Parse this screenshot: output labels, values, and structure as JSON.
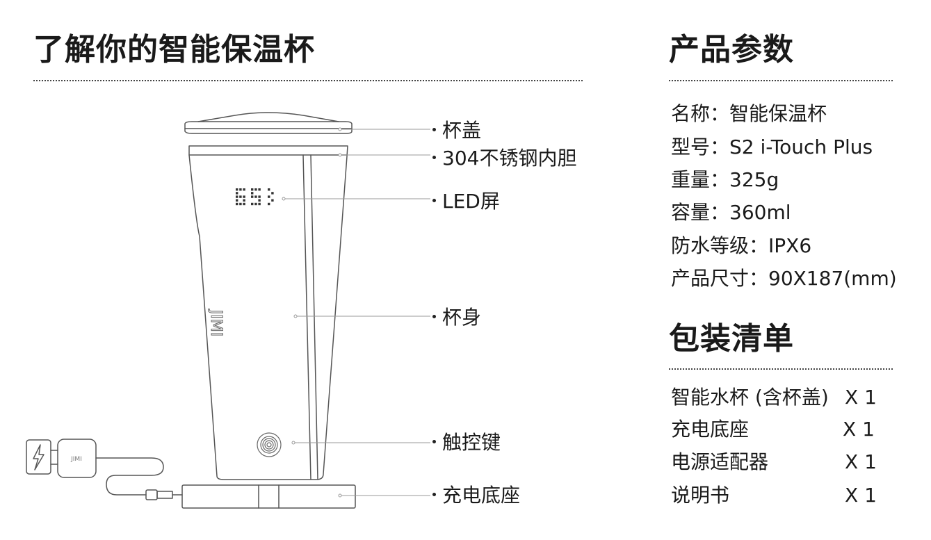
{
  "left": {
    "title": "了解你的智能保温杯",
    "callouts": {
      "lid": "杯盖",
      "liner": "304不锈钢内胆",
      "led": "LED屏",
      "body": "杯身",
      "touch": "触控键",
      "base": "充电底座"
    },
    "led_reading": "65",
    "brand_mark": "JIMI"
  },
  "specs": {
    "title": "产品参数",
    "rows": [
      "名称：智能保温杯",
      "型号：S2 i-Touch Plus",
      "重量：325g",
      "容量：360ml",
      "防水等级：IPX6",
      "产品尺寸：90X187(mm)"
    ]
  },
  "package": {
    "title": "包装清单",
    "items": [
      {
        "name": "智能水杯 (含杯盖)",
        "qty": "X 1"
      },
      {
        "name": "充电底座",
        "qty": "X 1"
      },
      {
        "name": "电源适配器",
        "qty": "X 1"
      },
      {
        "name": "说明书",
        "qty": "X 1"
      }
    ]
  },
  "colors": {
    "outline": "#555555",
    "leader": "#9a9a9a",
    "text": "#1a1a1a"
  }
}
